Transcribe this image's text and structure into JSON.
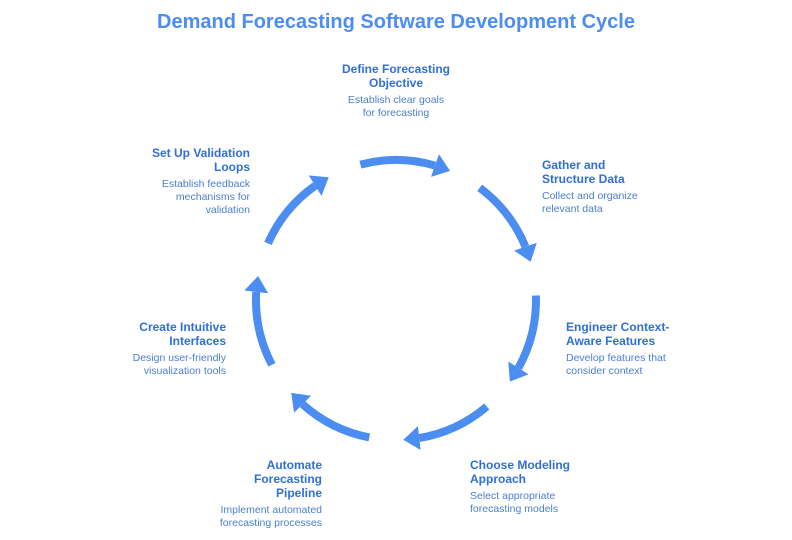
{
  "title": "Demand Forecasting Software Development Cycle",
  "accent_color": "#4b8df0",
  "steps": [
    {
      "title": "Define Forecasting\nObjective",
      "desc": "Establish clear goals\nfor forecasting"
    },
    {
      "title": "Gather and\nStructure Data",
      "desc": "Collect and organize\nrelevant data"
    },
    {
      "title": "Engineer Context-\nAware Features",
      "desc": "Develop features that\nconsider context"
    },
    {
      "title": "Choose Modeling\nApproach",
      "desc": "Select appropriate\nforecasting models"
    },
    {
      "title": "Automate\nForecasting\nPipeline",
      "desc": "Implement automated\nforecasting processes"
    },
    {
      "title": "Create Intuitive\nInterfaces",
      "desc": "Design user-friendly\nvisualization tools"
    },
    {
      "title": "Set Up Validation\nLoops",
      "desc": "Establish feedback\nmechanisms for\nvalidation"
    }
  ]
}
